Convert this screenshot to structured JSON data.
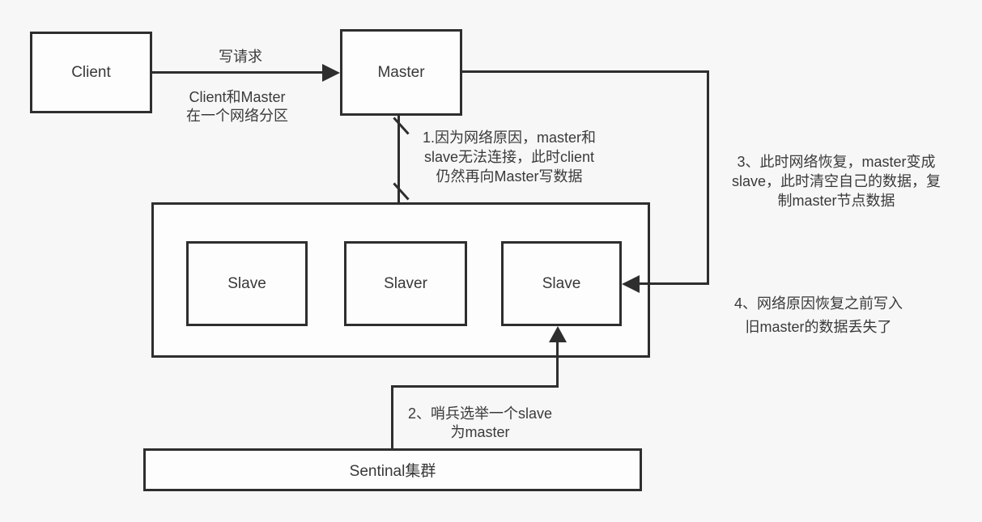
{
  "diagram": {
    "background": "#f7f7f7",
    "line_color": "#2e2e2e",
    "box_fill": "#fdfdfd",
    "text_color": "#3a3a3a"
  },
  "nodes": {
    "client": {
      "label": "Client"
    },
    "master": {
      "label": "Master"
    },
    "slave1": {
      "label": "Slave"
    },
    "slave2": {
      "label": "Slaver"
    },
    "slave3": {
      "label": "Slave"
    },
    "sentinel": {
      "label": "Sentinal集群"
    }
  },
  "labels": {
    "write_request": "写请求",
    "partition_note": "Client和Master\n在一个网络分区",
    "step1": "1.因为网络原因，master和\nslave无法连接，此时client\n仍然再向Master写数据",
    "step2": "2、哨兵选举一个slave\n为master",
    "step3": "3、此时网络恢复，master变成\nslave，此时清空自己的数据，复\n制master节点数据",
    "step4": "4、网络原因恢复之前写入\n旧master的数据丢失了"
  }
}
